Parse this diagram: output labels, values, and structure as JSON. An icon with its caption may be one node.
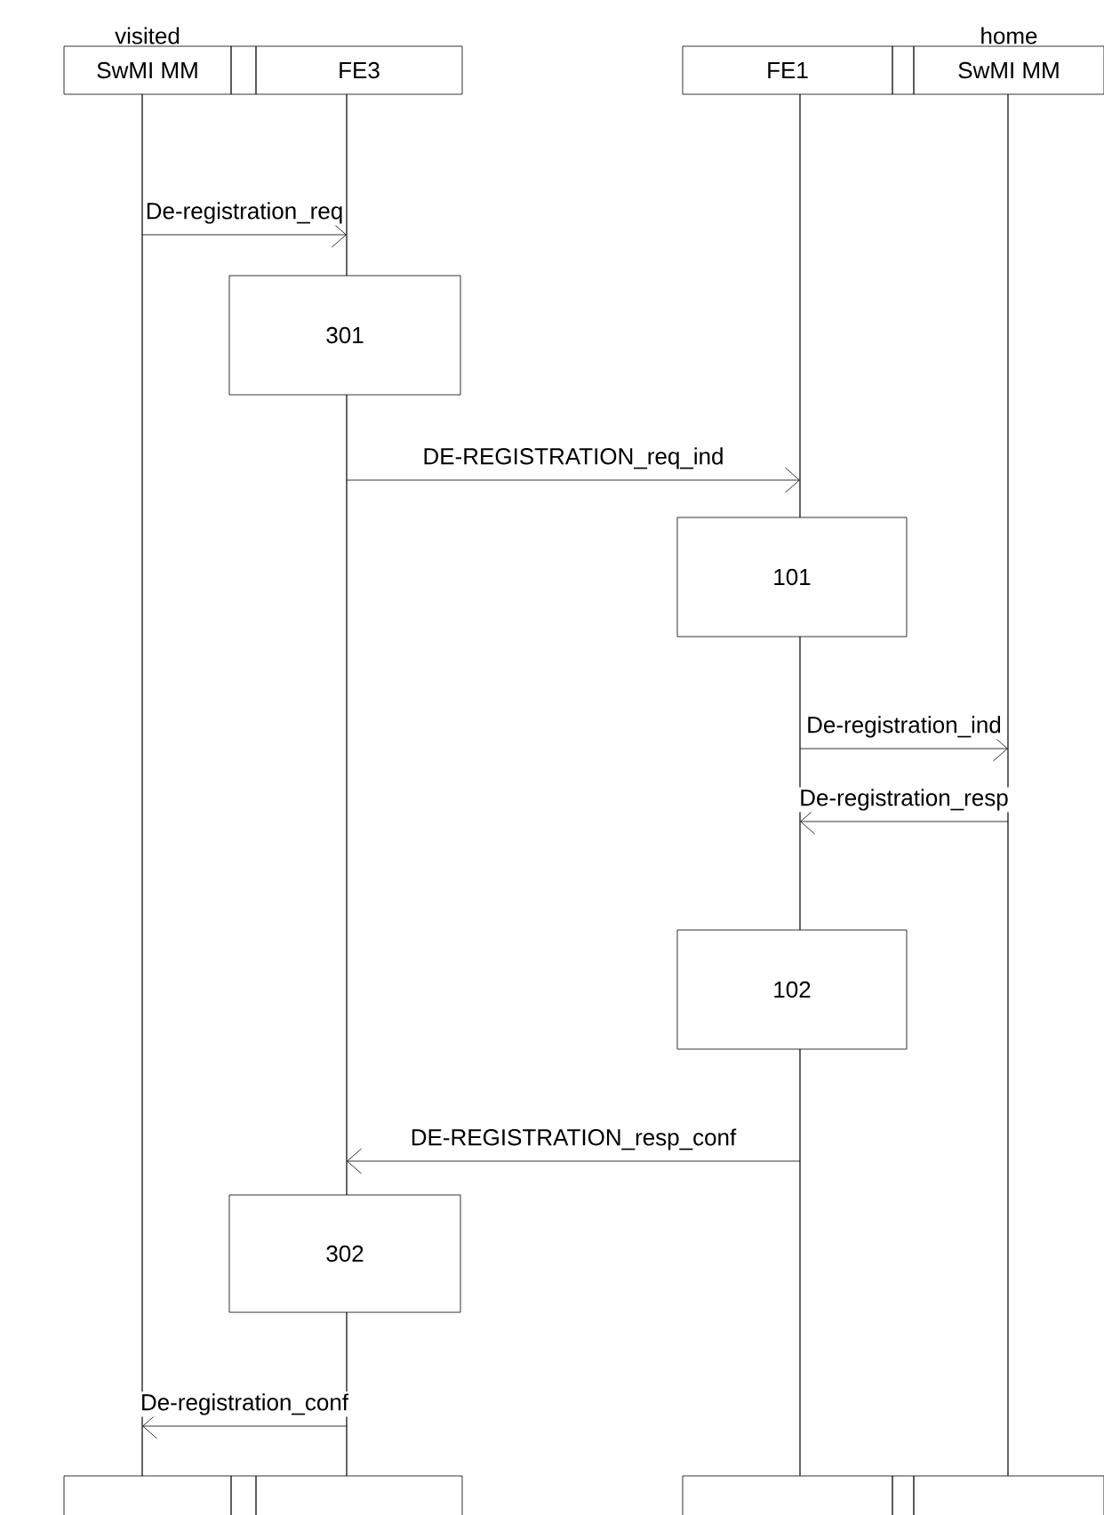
{
  "diagram": {
    "nodes": [
      {
        "text": [
          "visited",
          "SwMI MM"
        ]
      },
      {
        "text": [
          "FE3"
        ]
      },
      {
        "text": [
          "FE1"
        ]
      },
      {
        "text": [
          "home",
          "SwMI MM"
        ]
      },
      {
        "text": [],
        "shape": "bar"
      },
      {
        "text": [],
        "shape": "bar"
      },
      {
        "text": [],
        "shape": "bar"
      },
      {
        "text": [],
        "shape": "bar"
      },
      {
        "text": [],
        "shape": "box"
      },
      {
        "text": [],
        "shape": "box"
      },
      {
        "text": [],
        "shape": "box"
      },
      {
        "text": [],
        "shape": "box"
      },
      {
        "text": [
          "301"
        ]
      },
      {
        "text": [
          "101"
        ]
      },
      {
        "text": [
          "102"
        ]
      },
      {
        "text": [
          "302"
        ]
      }
    ],
    "edges": [
      {
        "from": 4,
        "to": 5,
        "arrow": "to",
        "label": "De-registration_req"
      },
      {
        "from": 5,
        "to": 6,
        "arrow": "to",
        "label": "DE-REGISTRATION_req_ind"
      },
      {
        "from": 6,
        "to": 7,
        "arrow": "to",
        "label": "De-registration_ind"
      },
      {
        "from": 7,
        "to": 6,
        "arrow": "to",
        "label": "De-registration_resp"
      },
      {
        "from": 6,
        "to": 5,
        "arrow": "to",
        "label": "DE-REGISTRATION_resp_conf"
      },
      {
        "from": 5,
        "to": 4,
        "arrow": "to",
        "label": "De-registration_conf"
      }
    ]
  }
}
